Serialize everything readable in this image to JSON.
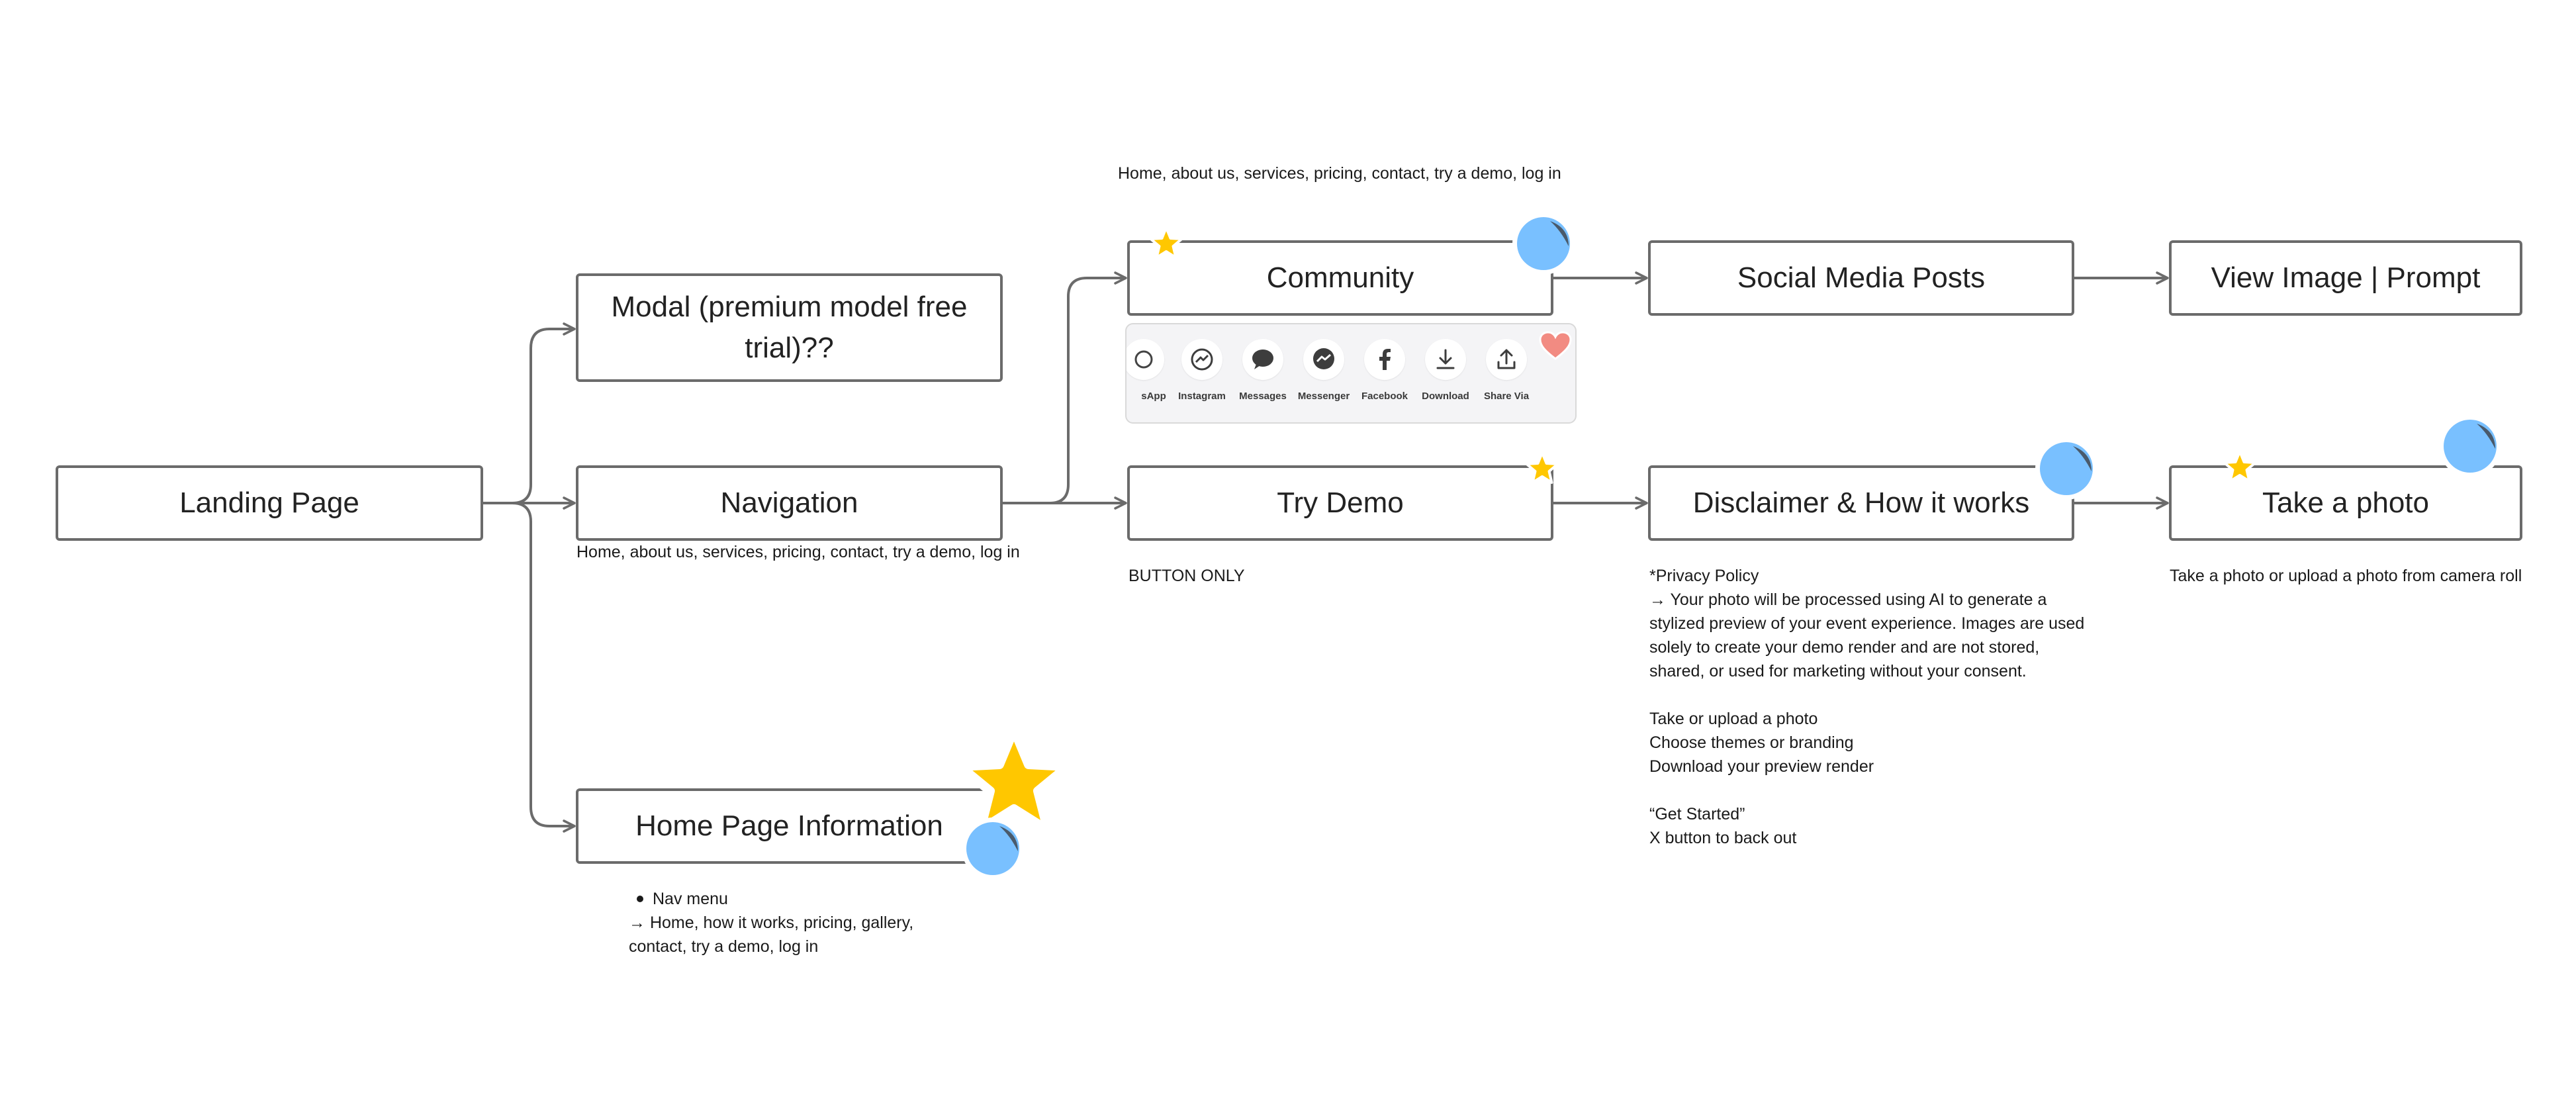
{
  "nodes": {
    "landing": "Landing Page",
    "modal": "Modal (premium model free trial)??",
    "navigation": "Navigation",
    "home_info": "Home Page Information",
    "community": "Community",
    "try_demo": "Try Demo",
    "social_posts": "Social Media Posts",
    "view_image": "View Image | Prompt",
    "disclaimer": "Disclaimer & How it works",
    "take_photo": "Take a photo"
  },
  "notes": {
    "community_top": "Home, about us, services, pricing, contact, try a demo, log in",
    "navigation_below": "Home, about us, services, pricing, contact, try a demo, log in",
    "try_demo_below": "BUTTON ONLY",
    "take_photo_below": "Take a photo or upload a photo from camera roll",
    "home_info_lines": [
      "Nav menu",
      "→ Home, how it works, pricing, gallery,",
      "contact, try a demo, log in"
    ],
    "disclaimer_lines": [
      "*Privacy Policy",
      "→ Your photo will be processed using AI to generate a",
      "stylized preview of your event experience. Images are used",
      "solely to create your demo render and are not stored,",
      "shared, or used for marketing without your consent.",
      "",
      "Take or upload a photo",
      "Choose themes or branding",
      "Download your preview render",
      "",
      "“Get Started”",
      "X button to back out"
    ]
  },
  "share_sheet": {
    "items": [
      {
        "label": "sApp",
        "icon": "whatsapp-icon"
      },
      {
        "label": "Instagram",
        "icon": "instagram-icon"
      },
      {
        "label": "Messages",
        "icon": "messages-icon"
      },
      {
        "label": "Messenger",
        "icon": "messenger-icon"
      },
      {
        "label": "Facebook",
        "icon": "facebook-icon"
      },
      {
        "label": "Download",
        "icon": "download-icon"
      },
      {
        "label": "Share Via",
        "icon": "share-icon"
      }
    ]
  },
  "colors": {
    "box_border": "#6b6b6b",
    "connector": "#6b6b6b",
    "star": "#FFC700",
    "sticker_blue": "#79C0FF",
    "heart": "#F28B82"
  }
}
